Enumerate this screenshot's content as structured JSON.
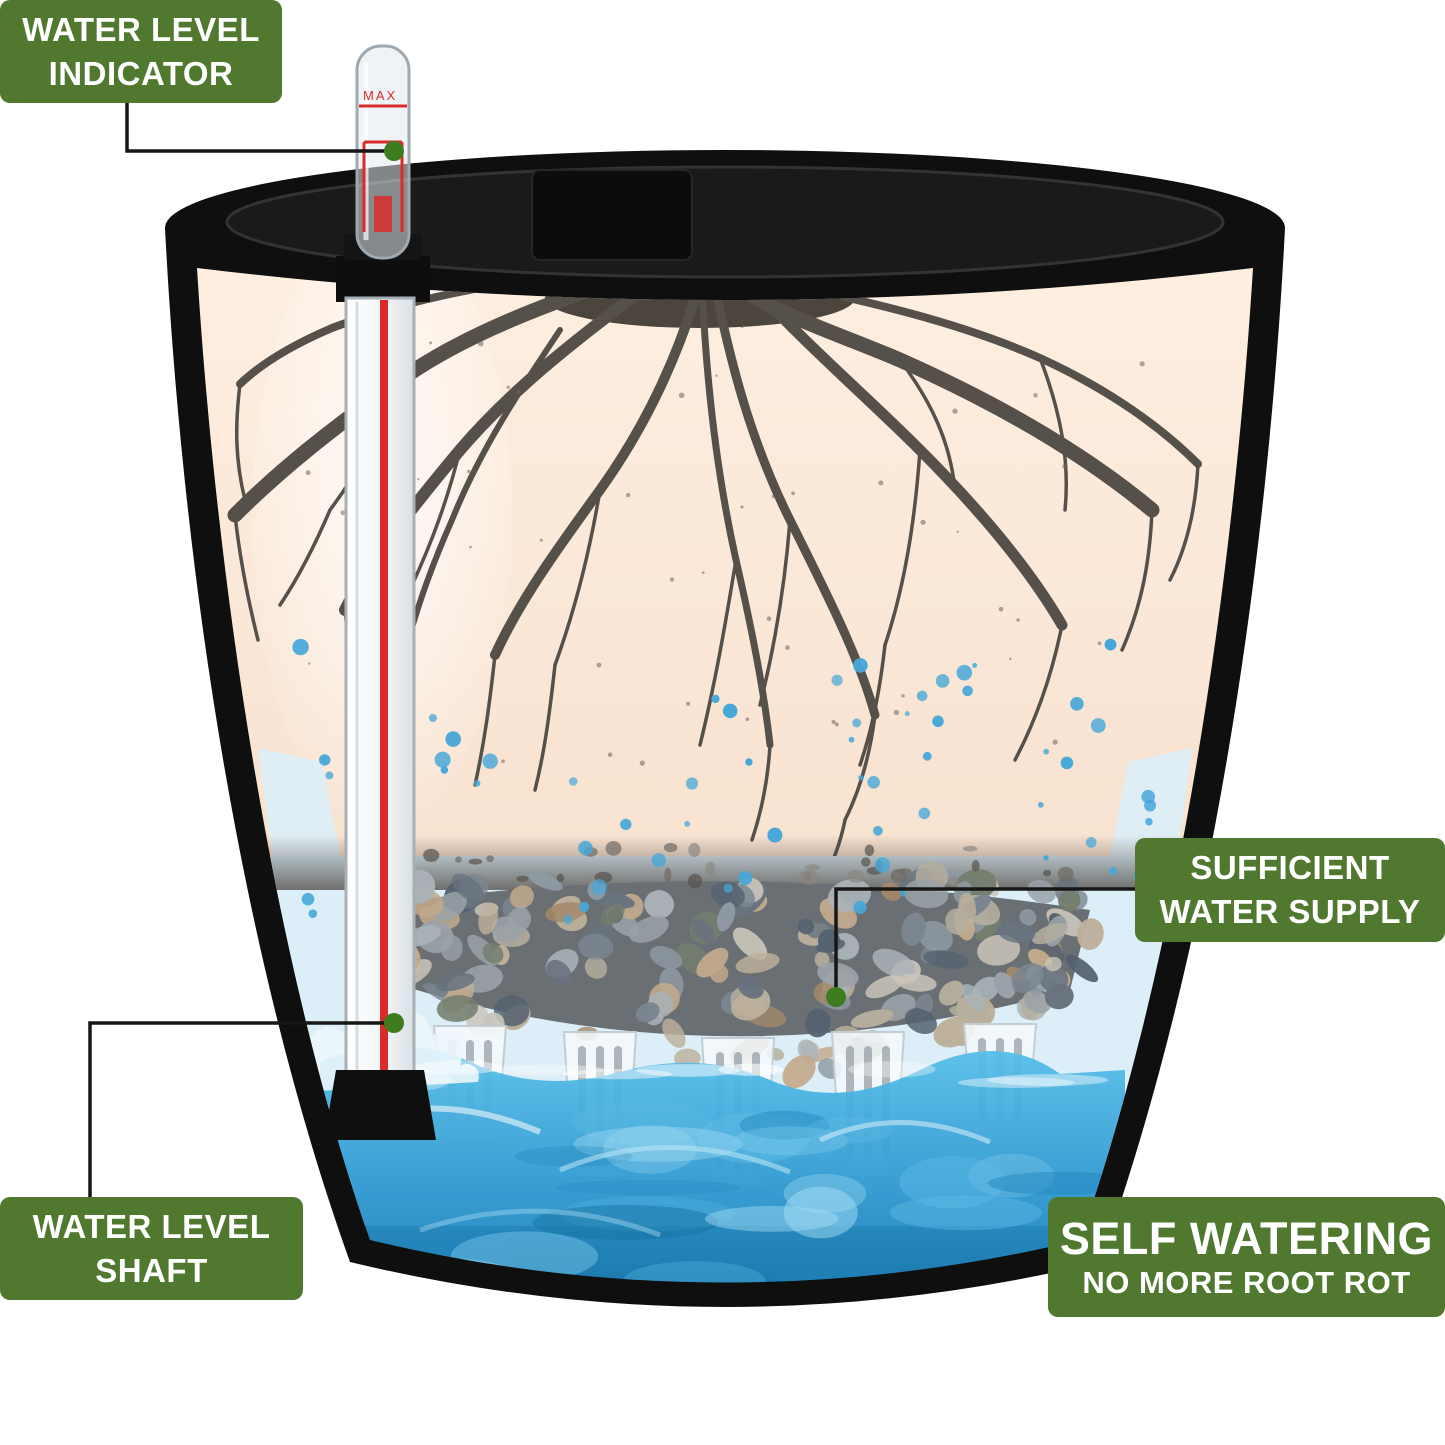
{
  "callouts": {
    "water_level_indicator": {
      "line1": "WATER LEVEL",
      "line2": "INDICATOR"
    },
    "sufficient_water_supply": {
      "line1": "SUFFICIENT",
      "line2": "WATER SUPPLY"
    },
    "water_level_shaft": {
      "line1": "WATER LEVEL",
      "line2": "SHAFT"
    },
    "self_watering": {
      "title": "SELF WATERING",
      "subtitle": "NO MORE ROOT ROT"
    }
  },
  "indicator": {
    "max_label": "MAX"
  },
  "colors": {
    "callout_green": "#50792F",
    "dot_green": "#3E7D1F",
    "connector_black": "#161616",
    "indicator_red": "#D92B2B",
    "water_blue": "#2D9AD2",
    "soil_peach": "#FAE6D6",
    "root_brown": "#56504A",
    "reservoir_pale_blue": "#DCEEF7",
    "pot_black": "#0F0F0F"
  }
}
